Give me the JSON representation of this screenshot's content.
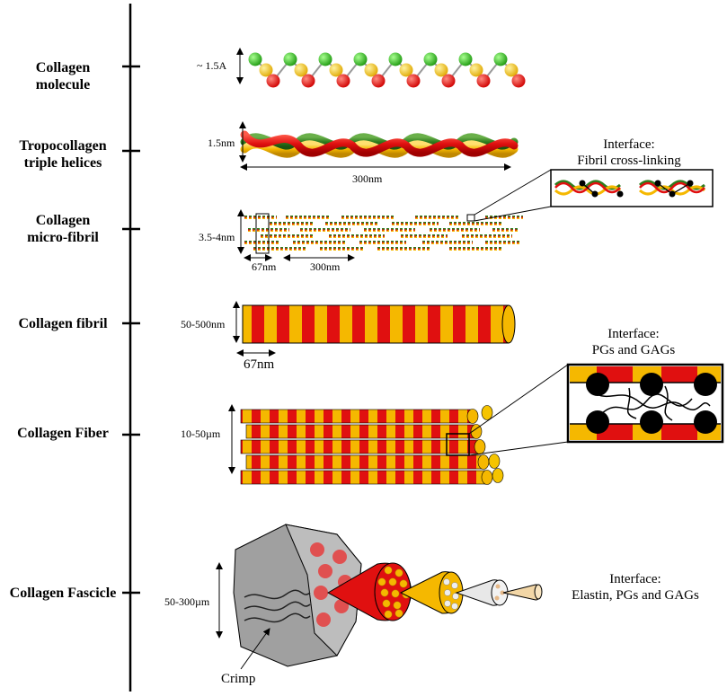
{
  "levels": [
    {
      "label": "Collagen\nmolecule",
      "size": "~ 1.5A"
    },
    {
      "label": "Tropocollagen\ntriple helices",
      "size": "1.5nm",
      "length": "300nm"
    },
    {
      "label": "Collagen\nmicro-fibril",
      "size": "3.5-4nm",
      "period": "67nm",
      "length": "300nm"
    },
    {
      "label": "Collagen fibril",
      "size": "50-500nm",
      "period": "67nm"
    },
    {
      "label": "Collagen Fiber",
      "size": "10-50µm"
    },
    {
      "label": "Collagen Fascicle",
      "size": "50-300µm",
      "crimp": "Crimp"
    }
  ],
  "interfaces": {
    "crosslink": "Interface:\nFibril cross-linking",
    "pgs": "Interface:\nPGs and GAGs",
    "elastin": "Interface:\nElastin, PGs and GAGs"
  },
  "colors": {
    "red": "#e01010",
    "yellow": "#f5b800",
    "green": "#2e7d1e",
    "gray": "#9a9a9a"
  }
}
